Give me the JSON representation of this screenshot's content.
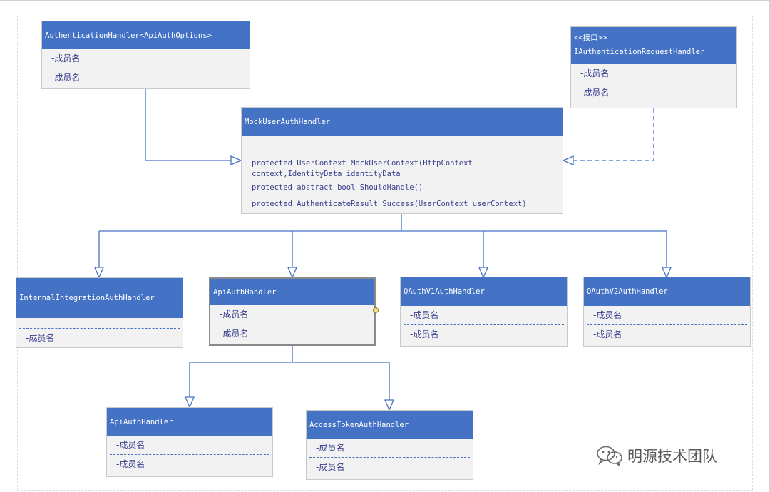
{
  "member_placeholder": "-成员名",
  "classes": {
    "authentication_handler": {
      "name": "AuthenticationHandler<ApiAuthOptions>"
    },
    "iauth_request_handler": {
      "stereotype": "<<接口>>",
      "name": "IAuthenticationRequestHandler"
    },
    "mock_user_auth_handler": {
      "name": "MockUserAuthHandler",
      "methods": [
        "protected UserContext MockUserContext(HttpContext",
        "context,IdentityData identityData",
        "protected abstract bool ShouldHandle()",
        "protected AuthenticateResult Success(UserContext userContext)"
      ]
    },
    "internal_integration_auth_handler": {
      "name": "InternalIntegrationAuthHandler"
    },
    "api_auth_handler": {
      "name": "ApiAuthHandler"
    },
    "oauth_v1_auth_handler": {
      "name": "OAuthV1AuthHandler"
    },
    "oauth_v2_auth_handler": {
      "name": "OAuthV2AuthHandler"
    },
    "api_auth_handler_child": {
      "name": "ApiAuthHandler"
    },
    "access_token_auth_handler": {
      "name": "AccessTokenAuthHandler"
    }
  },
  "watermark": {
    "text": "明源技术团队",
    "icon": "wechat-icon"
  },
  "colors": {
    "header": "#4472c4",
    "body": "#f2f2f2",
    "line": "#4472c4",
    "member_text": "#3a3f8f"
  }
}
